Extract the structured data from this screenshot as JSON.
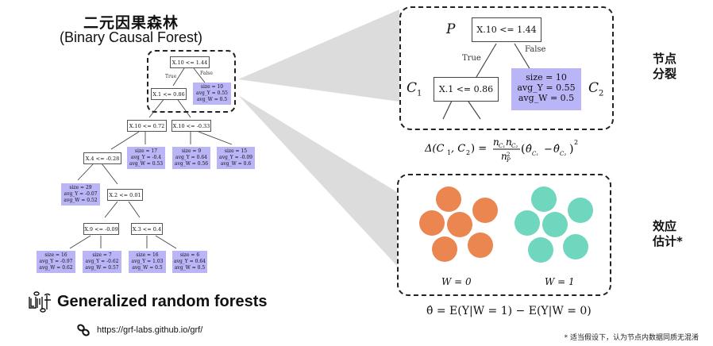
{
  "header": {
    "title_cn": "二元因果森林",
    "title_en": "(Binary Causal Forest)"
  },
  "tree": {
    "root": {
      "label": "X.10 <= 1.44"
    },
    "edge_true": "True",
    "edge_false": "False",
    "n1": {
      "label": "X.1 <= 0.86"
    },
    "leaf_root_false": {
      "size": "size =  10",
      "avg_y": "avg_Y = 0.55",
      "avg_w": "avg_W = 0.5"
    },
    "n2": {
      "label": "X.10 <= 0.72"
    },
    "n3": {
      "label": "X.10 <= -0.33"
    },
    "n4": {
      "label": "X.4 <= -0.28"
    },
    "leaf_a": {
      "size": "size =  17",
      "avg_y": "avg_Y = -0.4",
      "avg_w": "avg_W = 0.53"
    },
    "leaf_b": {
      "size": "size =  9",
      "avg_y": "avg_Y = 0.64",
      "avg_w": "avg_W = 0.56"
    },
    "leaf_c": {
      "size": "size =  15",
      "avg_y": "avg_Y = -0.09",
      "avg_w": "avg_W = 0.6"
    },
    "leaf_d": {
      "size": "size =  29",
      "avg_y": "avg_Y = -0.07",
      "avg_w": "avg_W = 0.52"
    },
    "n5": {
      "label": "X.2 <= 0.01"
    },
    "n6": {
      "label": "X.9 <= -0.09"
    },
    "n7": {
      "label": "X.3 <= 0.4"
    },
    "leaf_e": {
      "size": "size =  16",
      "avg_y": "avg_Y = -0.97",
      "avg_w": "avg_W = 0.62"
    },
    "leaf_f": {
      "size": "size =  7",
      "avg_y": "avg_Y = -0.62",
      "avg_w": "avg_W = 0.57"
    },
    "leaf_g": {
      "size": "size =  16",
      "avg_y": "avg_Y = 1.03",
      "avg_w": "avg_W = 0.5"
    },
    "leaf_h": {
      "size": "size =  6",
      "avg_y": "avg_Y = 0.64",
      "avg_w": "avg_W = 0.5"
    }
  },
  "footer": {
    "grf_logo": "grf",
    "grf_title": "Generalized random forests",
    "link_icon": "link-icon",
    "url": "https://grf-labs.github.io/grf/"
  },
  "split_panel": {
    "p_label": "P",
    "c1_label": "C",
    "c1_sub": "1",
    "c2_label": "C",
    "c2_sub": "2",
    "root": "X.10 <= 1.44",
    "edge_true": "True",
    "edge_false": "False",
    "child": "X.1 <= 0.86",
    "leaf": {
      "size": "size =  10",
      "avg_y": "avg_Y = 0.55",
      "avg_w": "avg_W = 0.5"
    },
    "side_label_1": "节点",
    "side_label_2": "分裂"
  },
  "formula_split": "Δ(C₁, C₂) = (n_C₁ n_C₂ / n_P²)(θ̂_C₁ − θ̂_C₂)²",
  "effect_panel": {
    "group0": {
      "label": "W = 0",
      "color": "#ec8650",
      "count": 6
    },
    "group1": {
      "label": "W = 1",
      "color": "#6fd7be",
      "count": 6
    },
    "side_label_1": "效应",
    "side_label_2": "估计*"
  },
  "formula_effect": "θ̂ = E(Y|W = 1) − E(Y|W = 0)",
  "note": "* 适当假设下，认为节点内数据同质无混淆",
  "colors": {
    "leaf_fill": "#b9b5f6",
    "orange": "#ec8650",
    "teal": "#6fd7be",
    "connector": "#dcdcdc"
  }
}
